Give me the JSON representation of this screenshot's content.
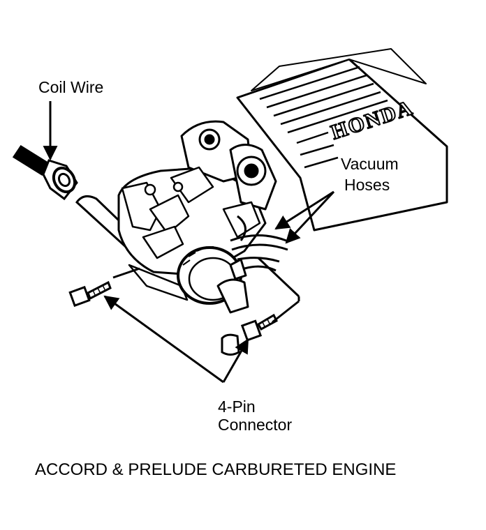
{
  "labels": {
    "coil_wire": "Coil Wire",
    "vacuum_line1": "Vacuum",
    "vacuum_line2": "Hoses",
    "connector_line1": "4-Pin",
    "connector_line2": "Connector"
  },
  "brand_text": "HONDA",
  "caption": "ACCORD & PRELUDE CARBURETED ENGINE",
  "colors": {
    "ink": "#000000",
    "paper": "#ffffff"
  }
}
